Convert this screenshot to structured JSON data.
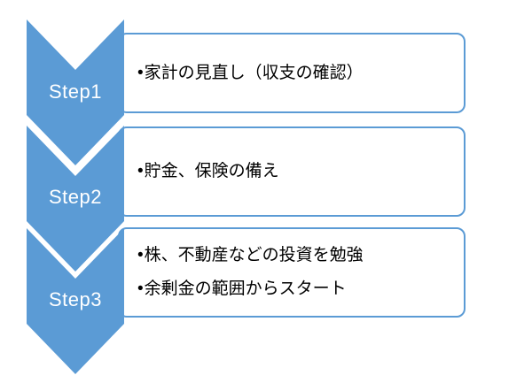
{
  "diagram": {
    "type": "vertical-chevron-process",
    "accent_color": "#5B9BD5",
    "box_border_color": "#5B9BD5",
    "box_fill_color": "#FFFFFF",
    "label_text_color": "#FFFFFF",
    "body_text_color": "#000000",
    "bullet": "•",
    "steps": [
      {
        "label": "Step1",
        "lines": [
          "家計の見直し（収支の確認）"
        ]
      },
      {
        "label": "Step2",
        "lines": [
          "貯金、保険の備え"
        ]
      },
      {
        "label": "Step3",
        "lines": [
          "株、不動産などの投資を勉強",
          "余剰金の範囲からスタート"
        ]
      }
    ]
  }
}
